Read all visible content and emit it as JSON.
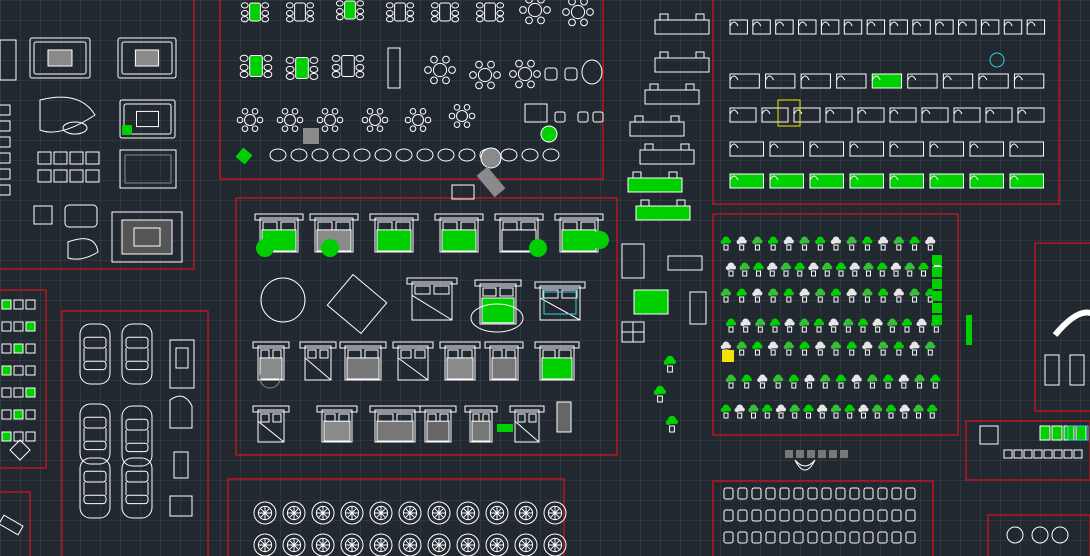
{
  "viewport": {
    "background": "#212830",
    "grid_color": "#46505c"
  },
  "colors": {
    "frame": "#d0121b",
    "block_line": "#ffffff",
    "block_fill_green": "#00d000",
    "block_fill_gray": "#8a8a8a",
    "accent_yellow": "#f4e300",
    "accent_cyan": "#34d0e8"
  },
  "block_groups": [
    {
      "id": "dining-sets",
      "icon": "dining-table-icon"
    },
    {
      "id": "living-room-sofas",
      "icon": "sofa-icon"
    },
    {
      "id": "tv-benches",
      "icon": "tv-bench-icon"
    },
    {
      "id": "sofa-elevations",
      "icon": "sofa-elevation-icon"
    },
    {
      "id": "beds",
      "icon": "bed-icon"
    },
    {
      "id": "plants",
      "icon": "plant-icon"
    },
    {
      "id": "cars",
      "icon": "car-icon"
    },
    {
      "id": "round-tables",
      "icon": "round-table-icon"
    },
    {
      "id": "accessories",
      "icon": "accessory-icon"
    },
    {
      "id": "appliances",
      "icon": "appliance-icon"
    }
  ]
}
